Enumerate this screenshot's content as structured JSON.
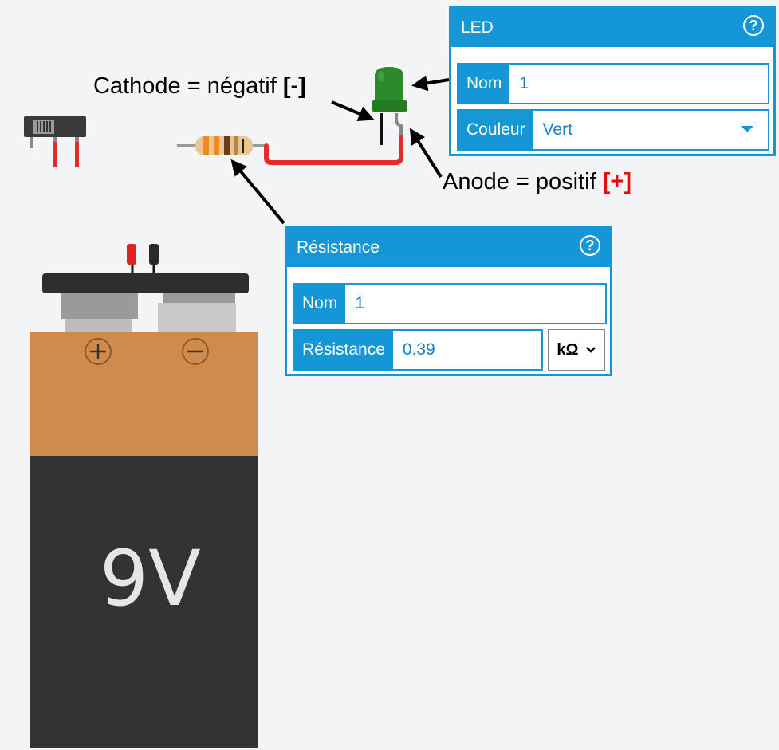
{
  "annotations": {
    "cathode_text": "Cathode = négatif ",
    "cathode_sign": "[-]",
    "anode_text": "Anode = positif ",
    "anode_sign": "[+]"
  },
  "led_panel": {
    "title": "LED",
    "help_label": "?",
    "name_label": "Nom",
    "name_value": "1",
    "color_label": "Couleur",
    "color_value": "Vert"
  },
  "resistor_panel": {
    "title": "Résistance",
    "help_label": "?",
    "name_label": "Nom",
    "name_value": "1",
    "resistance_label": "Résistance",
    "resistance_value": "0.39",
    "unit_value": "kΩ"
  },
  "battery": {
    "voltage_label": "9V",
    "plus_symbol": "+",
    "minus_symbol": "−"
  },
  "colors": {
    "panel_blue": "#1596d6",
    "wire_red": "#e32b2b",
    "led_green": "#2b8a2b",
    "battery_top": "#d08b4c",
    "battery_body": "#333333"
  }
}
